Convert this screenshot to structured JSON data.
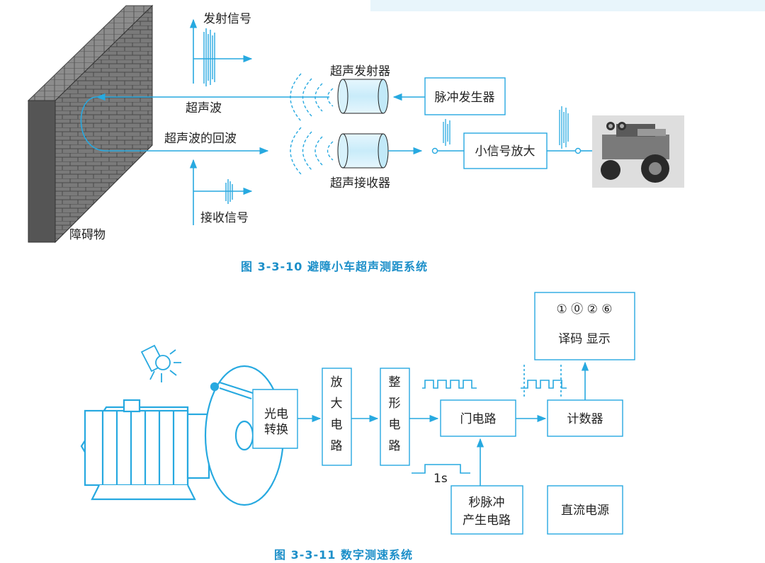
{
  "figure1": {
    "label_transmit_signal": "发射信号",
    "label_ultrasonic_emitter": "超声发射器",
    "label_pulse_generator": "脉冲发生器",
    "label_ultrasonic_wave": "超声波",
    "label_echo": "超声波的回波",
    "label_small_signal_amplifier": "小信号放大",
    "label_ultrasonic_receiver": "超声接收器",
    "label_receive_signal": "接收信号",
    "label_obstacle": "障碍物",
    "caption": "图 3-3-10    避障小车超声测距系统"
  },
  "figure2": {
    "display_digits": "① ⓪  ② ⑥",
    "display_label": "译码  显示",
    "box_photoelectric_line1": "光电",
    "box_photoelectric_line2": "转换",
    "box_amplifier": [
      "放",
      "大",
      "电",
      "路"
    ],
    "box_shaping": [
      "整",
      "形",
      "电",
      "路"
    ],
    "box_gate": "门电路",
    "box_counter": "计数器",
    "label_1s": "1s",
    "box_second_pulse_line1": "秒脉冲",
    "box_second_pulse_line2": "产生电路",
    "box_dc_power": "直流电源",
    "caption": "图 3-3-11    数字测速系统"
  },
  "colors": {
    "accent": "#27a9e0",
    "caption": "#1c8fc9",
    "wall": "#6b6b6b"
  }
}
